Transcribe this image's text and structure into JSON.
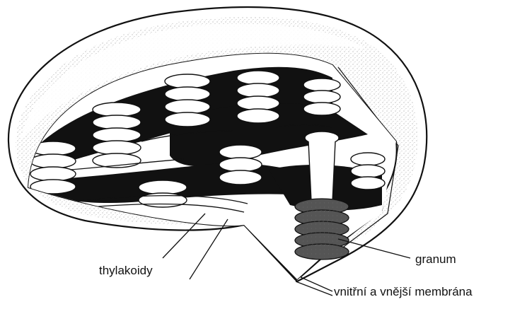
{
  "labels": {
    "thylakoids": "thylakoidy",
    "granum": "granum",
    "membranes": "vnitřní a vnější membrána"
  },
  "colors": {
    "ink": "#111111",
    "paper": "#ffffff",
    "stipple": "#555555"
  }
}
